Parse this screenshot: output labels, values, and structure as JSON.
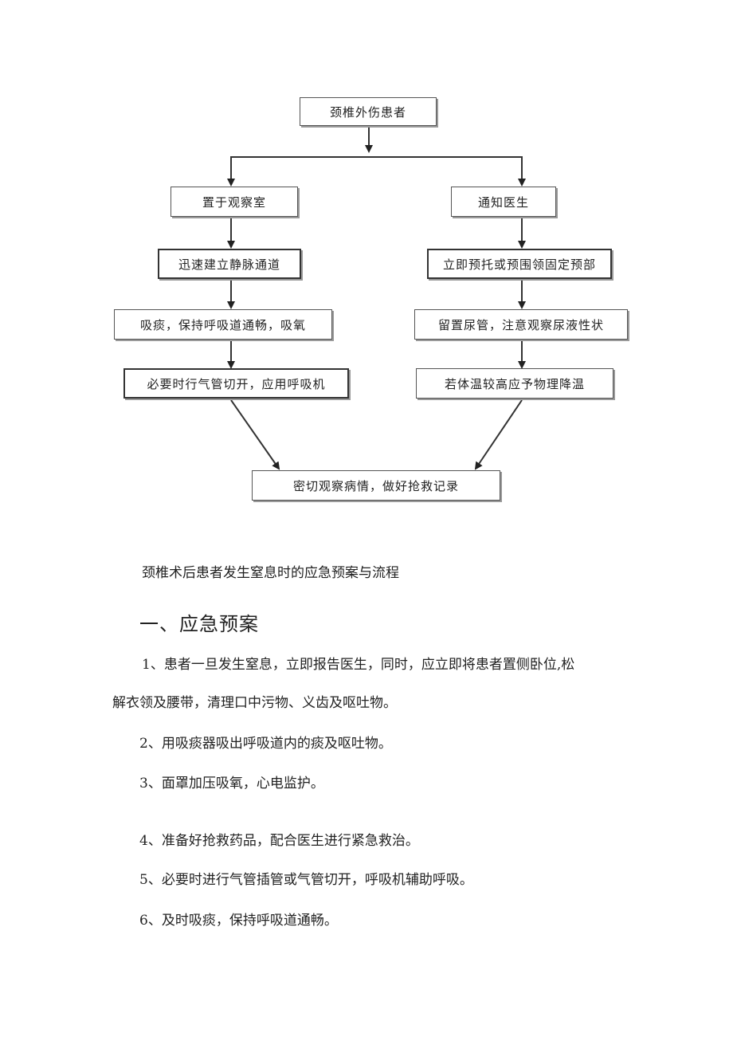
{
  "flowchart": {
    "root": "颈椎外伤患者",
    "left": [
      "置于观察室",
      "迅速建立静脉通道",
      "吸痰，保持呼吸道通畅，吸氧",
      "必要时行气管切开，应用呼吸机"
    ],
    "right": [
      "通知医生",
      "立即预托或预围领固定预部",
      "留置尿管，注意观察尿液性状",
      "若体温较高应予物理降温"
    ],
    "merge": "密切观察病情，做好抢救记录"
  },
  "caption": "颈椎术后患者发生窒息时的应急预案与流程",
  "section_heading": "一、应急预案",
  "items": [
    "1、患者一旦发生窒息，立即报告医生，同时，应立即将患者置侧卧位,松",
    "解衣领及腰带，清理口中污物、义齿及呕吐物。",
    "2、用吸痰器吸出呼吸道内的痰及呕吐物。",
    "3、面罩加压吸氧，心电监护。",
    "4、准备好抢救药品，配合医生进行紧急救治。",
    "5、必要时进行气管插管或气管切开，呼吸机辅助呼吸。",
    "6、及时吸痰，保持呼吸道通畅。"
  ]
}
